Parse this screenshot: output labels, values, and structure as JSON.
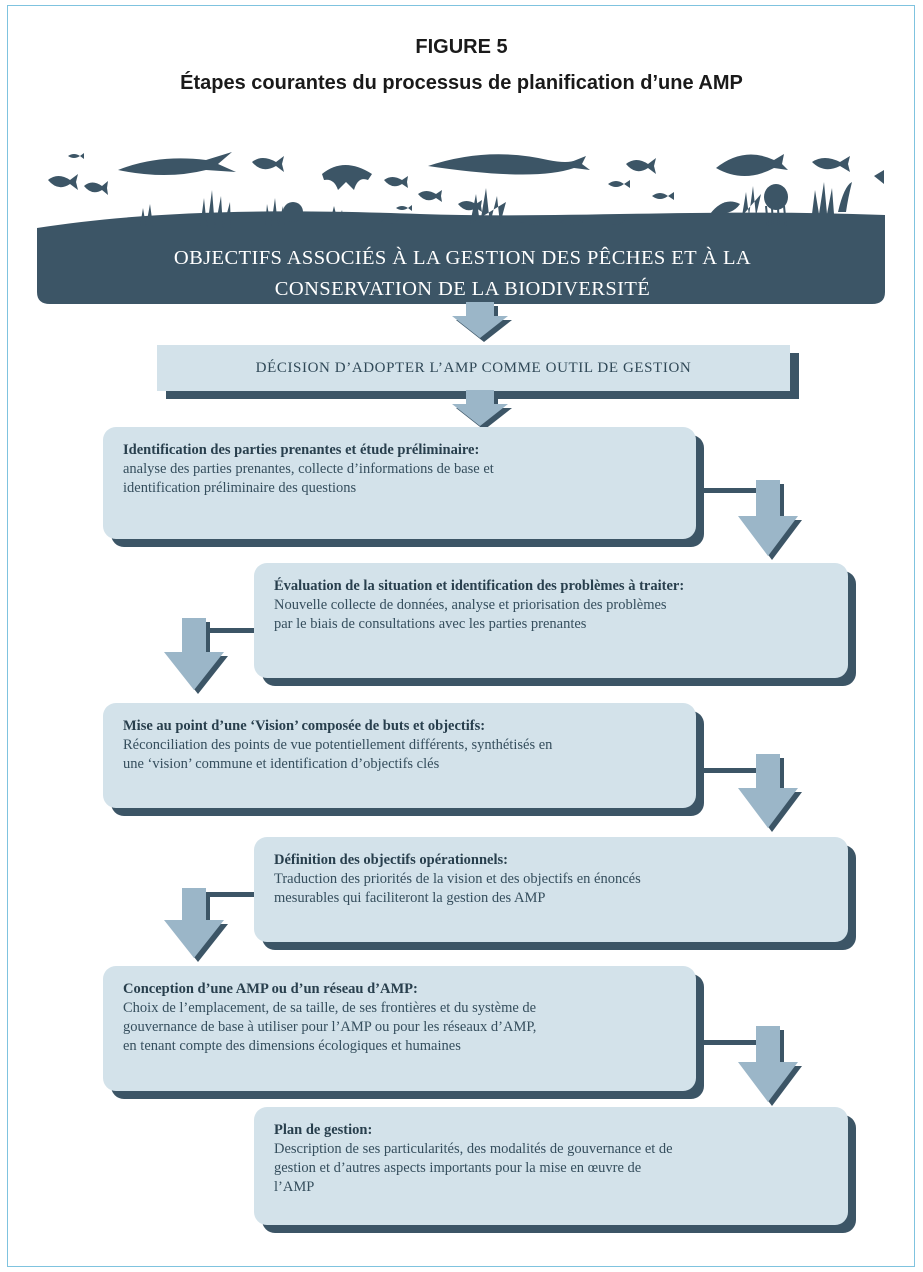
{
  "figure_label": "FIGURE 5",
  "figure_title": "Étapes courantes du processus de planification d’une AMP",
  "banner": {
    "line1": "OBJECTIFS ASSOCIÉS À LA GESTION DES PÊCHES ET À LA",
    "line2": "CONSERVATION DE LA BIODIVERSITÉ"
  },
  "decision": "DÉCISION D’ADOPTER L’AMP COMME OUTIL DE GESTION",
  "steps": [
    {
      "title": "Identification des parties prenantes et étude préliminaire:",
      "lines": [
        "analyse des parties prenantes, collecte d’informations de base et",
        "identification préliminaire des questions"
      ]
    },
    {
      "title": "Évaluation de la situation et identification des problèmes à traiter:",
      "lines": [
        "Nouvelle collecte de données, analyse et priorisation des problèmes",
        "par le biais de consultations avec les parties prenantes"
      ]
    },
    {
      "title": "Mise au point d’une ‘Vision’ composée de buts et objectifs:",
      "lines": [
        "Réconciliation des points de vue potentiellement différents, synthétisés en",
        "une ‘vision’ commune et identification d’objectifs clés"
      ]
    },
    {
      "title": "Définition des objectifs opérationnels:",
      "lines": [
        "Traduction des priorités de la vision et des objectifs en énoncés",
        "mesurables qui faciliteront la gestion des AMP"
      ]
    },
    {
      "title": "Conception d’une AMP ou d’un réseau d’AMP:",
      "lines": [
        "Choix de l’emplacement, de sa taille, de ses frontières et du système de",
        "gouvernance de base à utiliser pour l’AMP ou pour les réseaux d’AMP,",
        "en tenant compte des dimensions écologiques et humaines"
      ]
    },
    {
      "title": "Plan de gestion:",
      "lines": [
        "Description de ses particularités, des modalités de gouvernance et de",
        "gestion et d’autres aspects importants pour la mise en œuvre de",
        "l’AMP"
      ]
    }
  ],
  "colors": {
    "dark_teal": "#3c5566",
    "box_fill": "#d3e2ea",
    "arrow": "#9bb6c8",
    "frame": "#7fc3df"
  }
}
